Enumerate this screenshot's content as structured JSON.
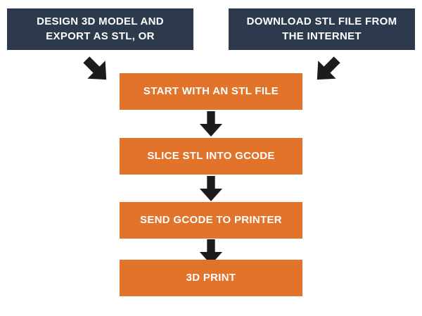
{
  "diagram": {
    "sources": [
      {
        "id": "design",
        "lines": [
          "DESIGN 3D MODEL AND",
          "EXPORT AS STL, OR"
        ]
      },
      {
        "id": "download",
        "lines": [
          "DOWNLOAD STL FILE FROM",
          "THE INTERNET"
        ]
      }
    ],
    "steps": [
      {
        "label": "START WITH AN STL FILE"
      },
      {
        "label": "SLICE STL INTO GCODE"
      },
      {
        "label": "SEND GCODE TO PRINTER"
      },
      {
        "label": "3D PRINT"
      }
    ],
    "colors": {
      "source_box": "#2d3a4e",
      "step_box": "#e1732b",
      "arrow": "#1c1c1c",
      "text": "#ffffff",
      "background": "#ffffff"
    }
  }
}
